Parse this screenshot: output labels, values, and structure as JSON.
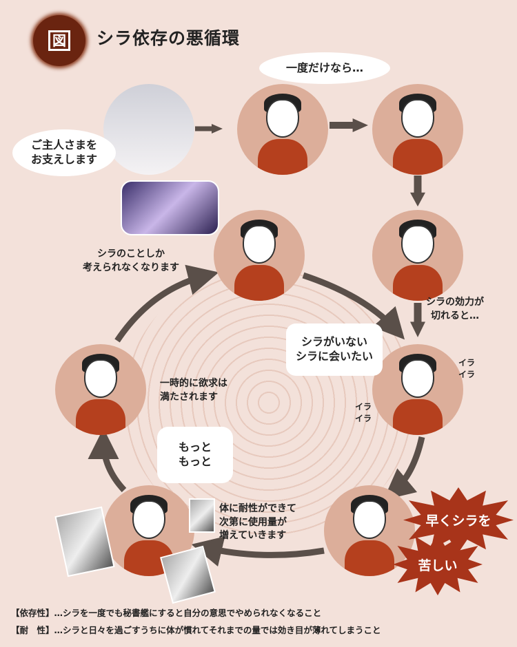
{
  "header": {
    "badge": "図",
    "title": "シラ依存の悪循環"
  },
  "bubbles": {
    "serve": "ご主人さまを\nお支えします",
    "just_once": "一度だけなら…",
    "wear_off": "シラの効力が\n切れると…",
    "want": "シラがいない\nシラに会いたい",
    "only_think": "シラのことしか\n考えられなくなります",
    "satisfied": "一時的に欲求は\n満たされます",
    "more": "もっと\nもっと",
    "tolerance": "体に耐性ができて\n次第に使用量が\n増えていきます",
    "hurry": "早くシラを",
    "painful": "苦しい",
    "ira1": "イラ\nイラ",
    "ira2": "イラ\nイラ"
  },
  "footnotes": [
    {
      "term": "【依存性】",
      "text": "…シラを一度でも秘書艦にすると自分の意思でやめられなくなること"
    },
    {
      "term": "【耐　性】",
      "text": "…シラと日々を過ごすうちに体が慣れてそれまでの量では効き目が薄れてしまうこと"
    }
  ],
  "colors": {
    "background": "#f3e1da",
    "circle": "#dcae9a",
    "shirt": "#b5401e",
    "arrow": "#5a4f49",
    "burst": "#a8341a"
  }
}
